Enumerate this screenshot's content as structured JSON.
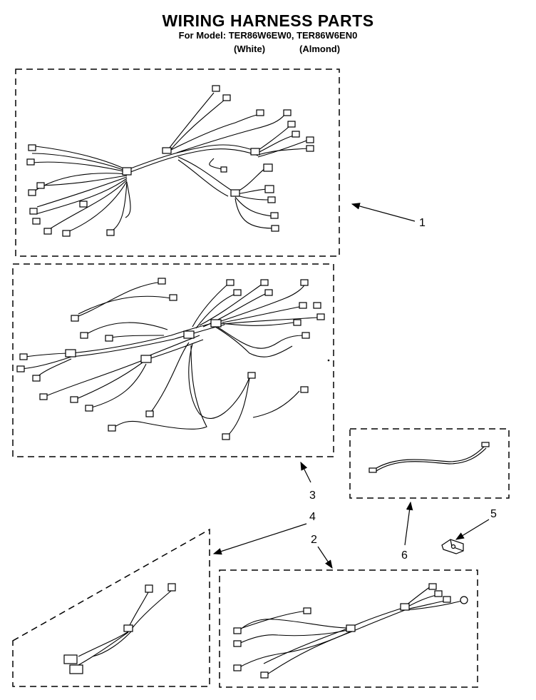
{
  "header": {
    "title": "WIRING HARNESS PARTS",
    "subtitle": "For Model: TER86W6EW0, TER86W6EN0",
    "variant_white": "(White)",
    "variant_almond": "(Almond)"
  },
  "callouts": [
    "1",
    "3",
    "4",
    "2",
    "5",
    "6"
  ]
}
